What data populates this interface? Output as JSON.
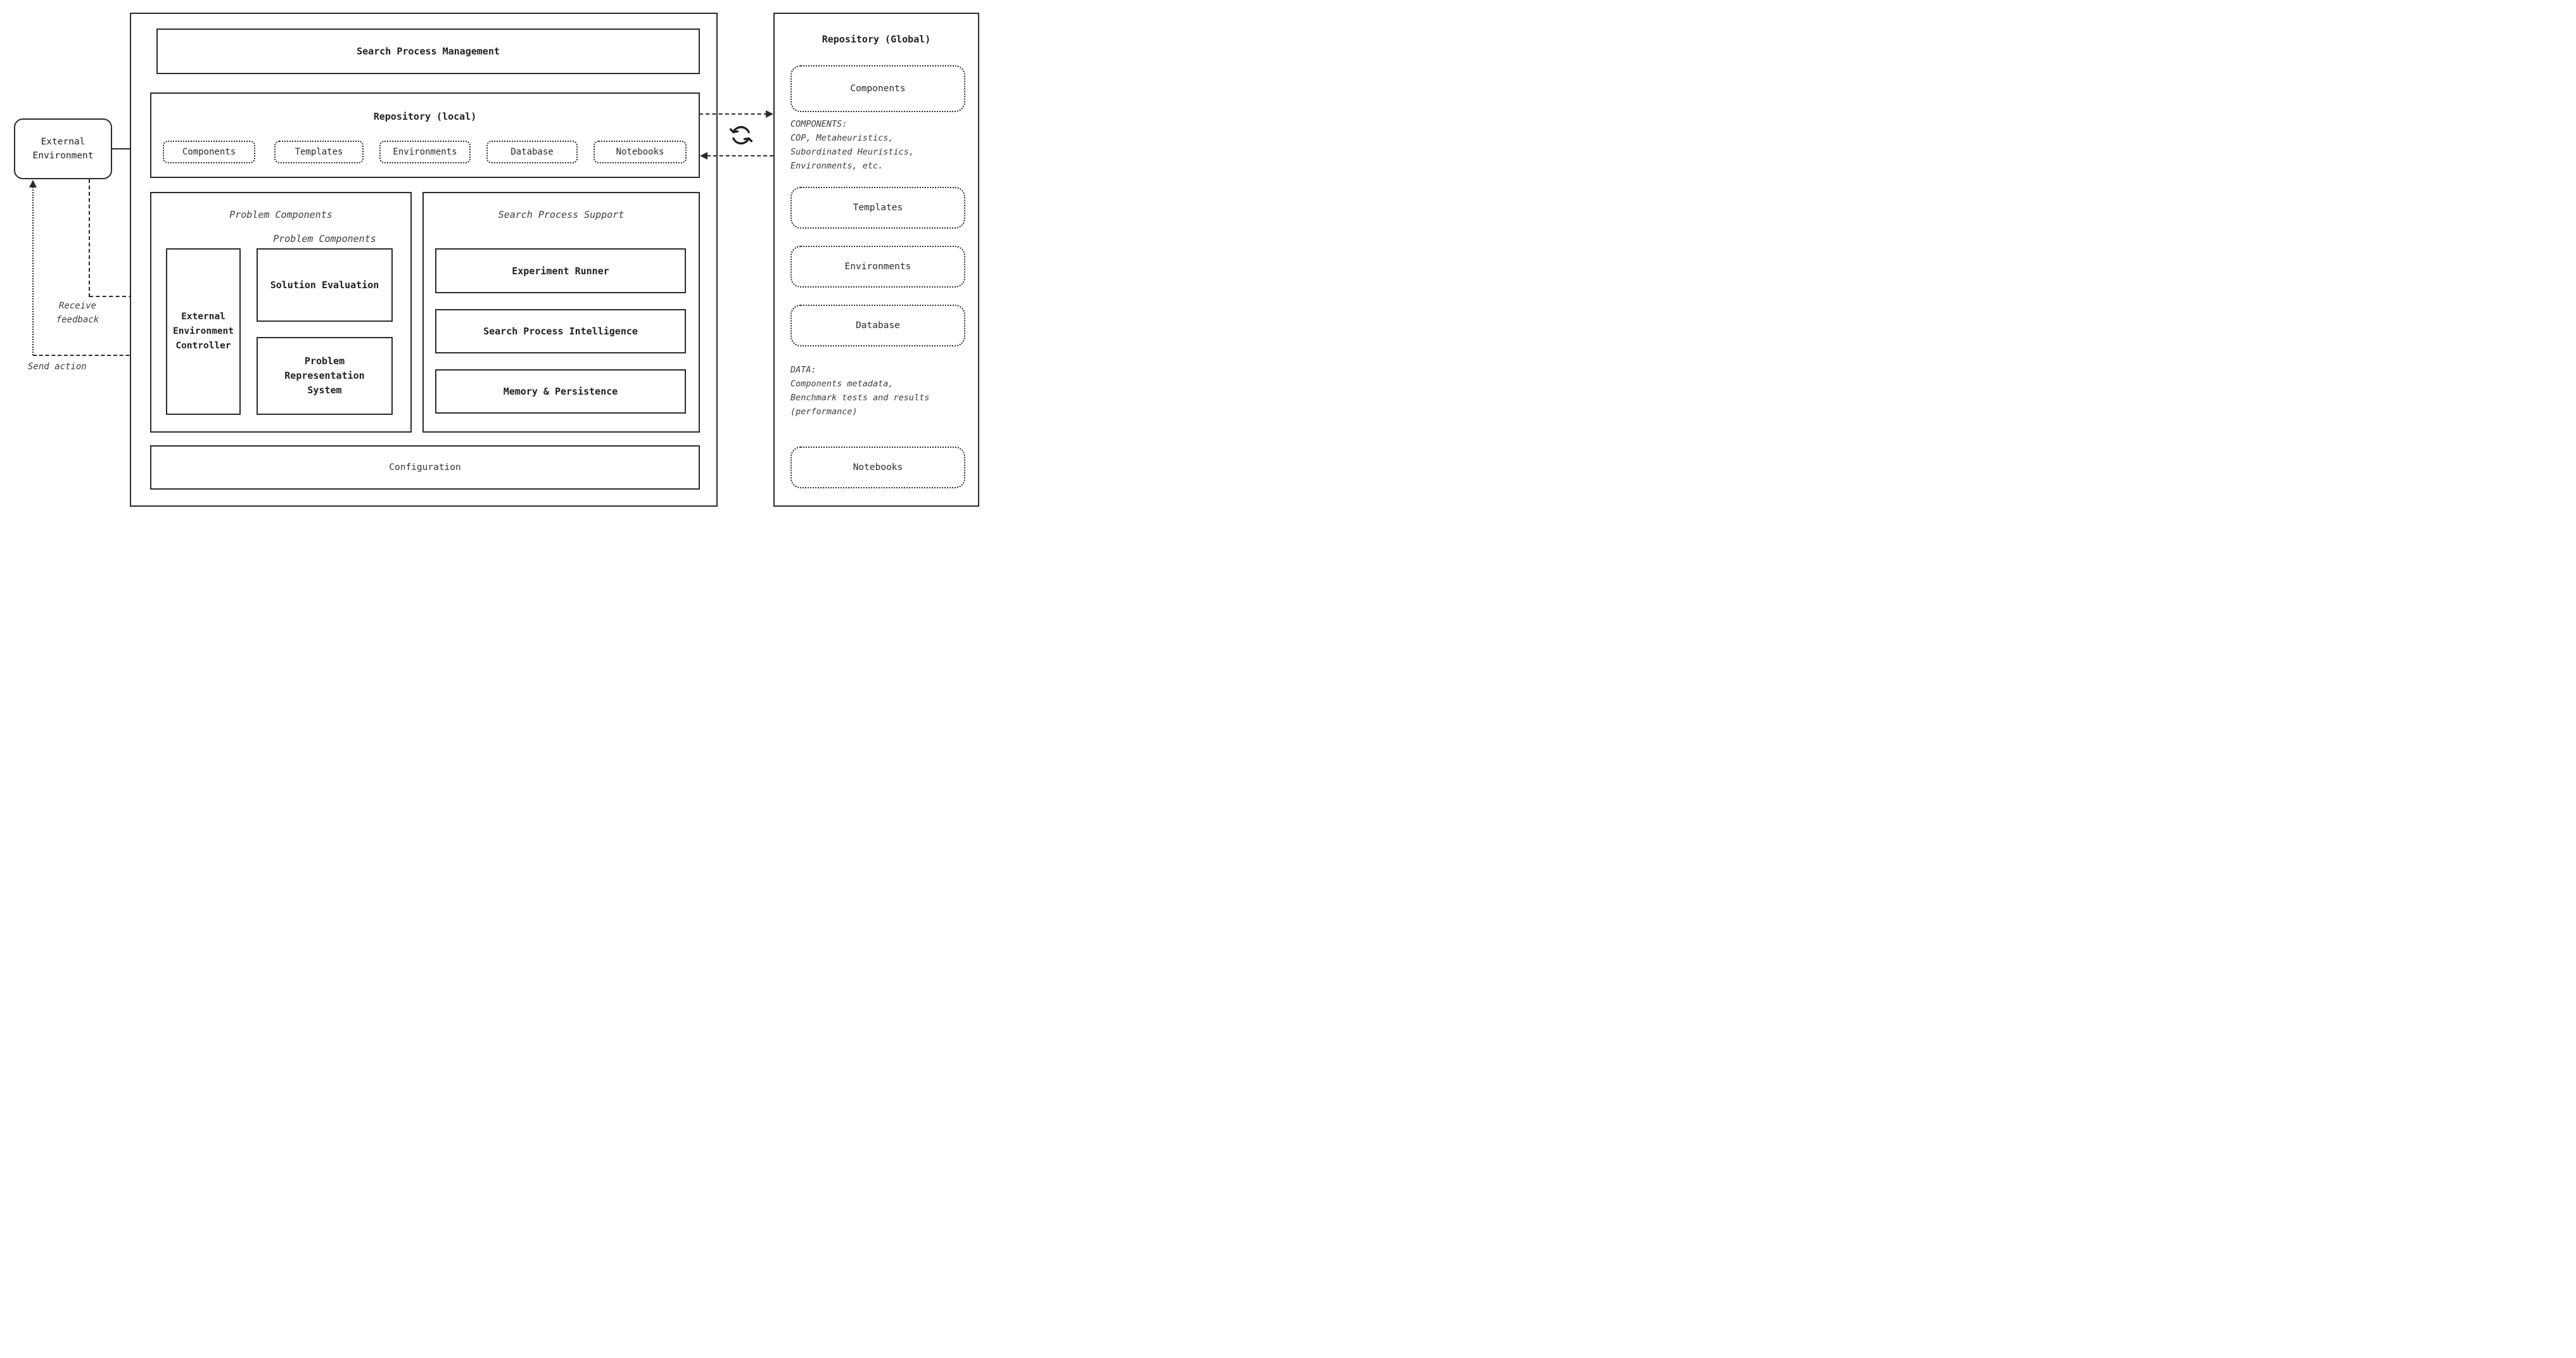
{
  "colors": {
    "line": "#2b2b2b",
    "text": "#1f1f1f",
    "muted": "#3d3d3d",
    "background": "#ffffff"
  },
  "icons": {
    "sync": "circular-arrows-sync-icon"
  },
  "external_environment": {
    "label": "External\nEnvironment"
  },
  "edges": {
    "receive_feedback": "Receive\nfeedback",
    "send_action": "Send action"
  },
  "main": {
    "search_process_management": "Search Process Management",
    "repository_local": {
      "title": "Repository (local)",
      "chips": [
        "Components",
        "Templates",
        "Environments",
        "Database",
        "Notebooks"
      ]
    },
    "problem_components": {
      "title": "Problem Components",
      "inner_label": "Problem Components",
      "controller": "External\nEnvironment\nController",
      "solution_evaluation": "Solution Evaluation",
      "problem_representation": "Problem\nRepresentation\nSystem"
    },
    "search_process_support": {
      "title": "Search Process Support",
      "items": [
        "Experiment Runner",
        "Search Process Intelligence",
        "Memory & Persistence"
      ]
    },
    "configuration": "Configuration"
  },
  "global_repository": {
    "title": "Repository (Global)",
    "components": "Components",
    "components_note": "COMPONENTS:\nCOP, Metaheuristics,\nSubordinated Heuristics,\nEnvironments, etc.",
    "templates": "Templates",
    "environments": "Environments",
    "database": "Database",
    "data_note": "DATA:\nComponents metadata,\nBenchmark tests and results\n(performance)",
    "notebooks": "Notebooks"
  }
}
